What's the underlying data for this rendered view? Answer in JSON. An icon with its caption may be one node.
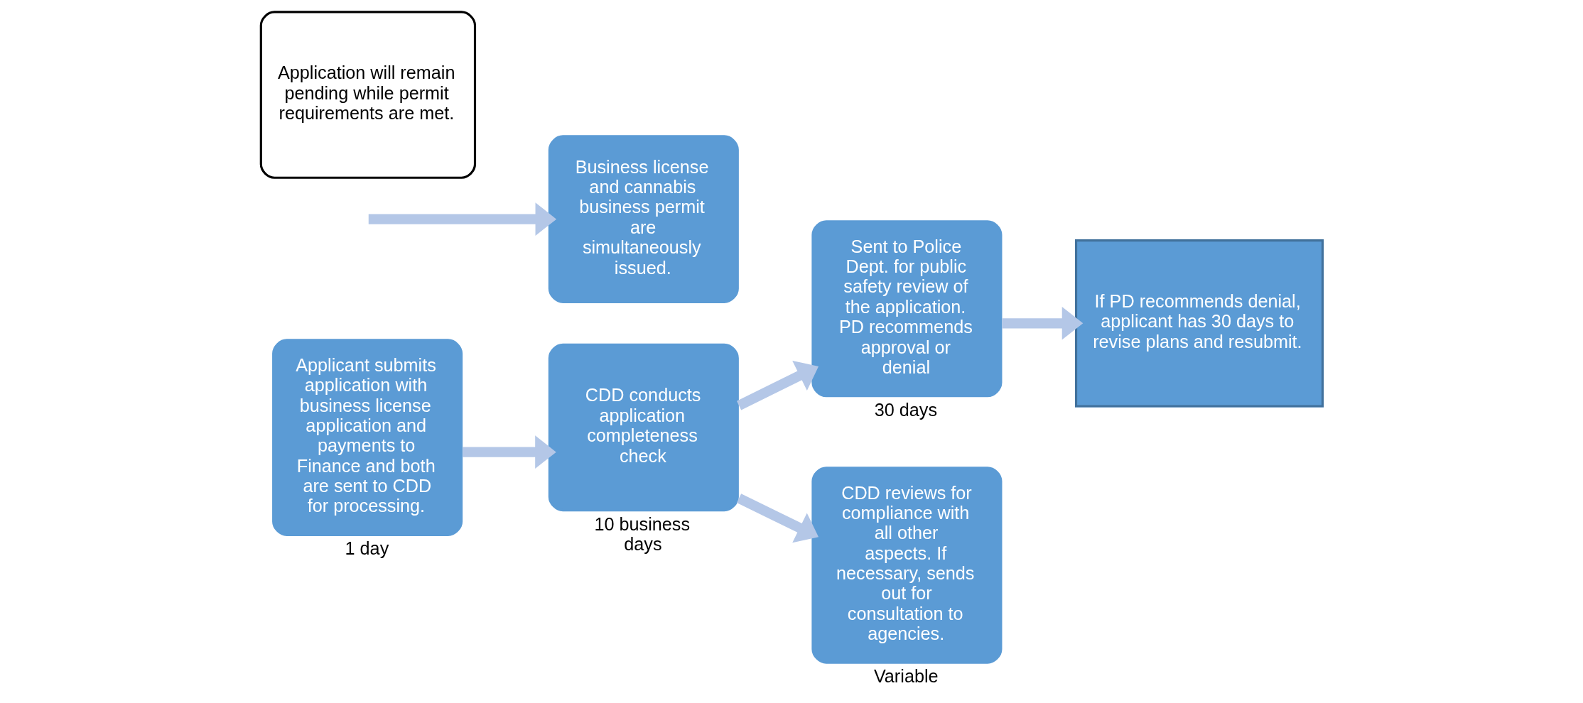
{
  "diagram": {
    "nodes": [
      {
        "text": [
          "Applicant submits application with business license application and payments to Finance and both are sent to CDD for processing."
        ],
        "beside": [
          "1 day"
        ]
      },
      {
        "text": [
          "CDD conducts application completeness check"
        ],
        "beside": [
          "10 business days"
        ]
      },
      {
        "text": [
          "Sent to Police Dept. for public safety review of the application. PD recommends approval or denial"
        ],
        "beside": [
          "30 days"
        ]
      },
      {
        "text": [
          "If PD recommends denial, applicant has 30 days to revise plans and resubmit."
        ]
      },
      {
        "text": [
          "CDD reviews for compliance with all other aspects. If necessary, sends out for consultation to agencies."
        ],
        "beside": [
          "Variable"
        ]
      },
      {
        "text": [
          "Business license and cannabis business permit are simultaneously issued."
        ]
      },
      {
        "text": [
          "Application will remain pending while permit requirements are met."
        ]
      }
    ],
    "edges": [
      {
        "from": 0,
        "to": 1,
        "arrow": "to"
      },
      {
        "from": 1,
        "to": 2,
        "arrow": "to"
      },
      {
        "from": 1,
        "to": 4,
        "arrow": "to"
      },
      {
        "from": 2,
        "to": 3,
        "arrow": "to"
      },
      {
        "from": null,
        "to": 5,
        "arrow": "to"
      }
    ]
  }
}
